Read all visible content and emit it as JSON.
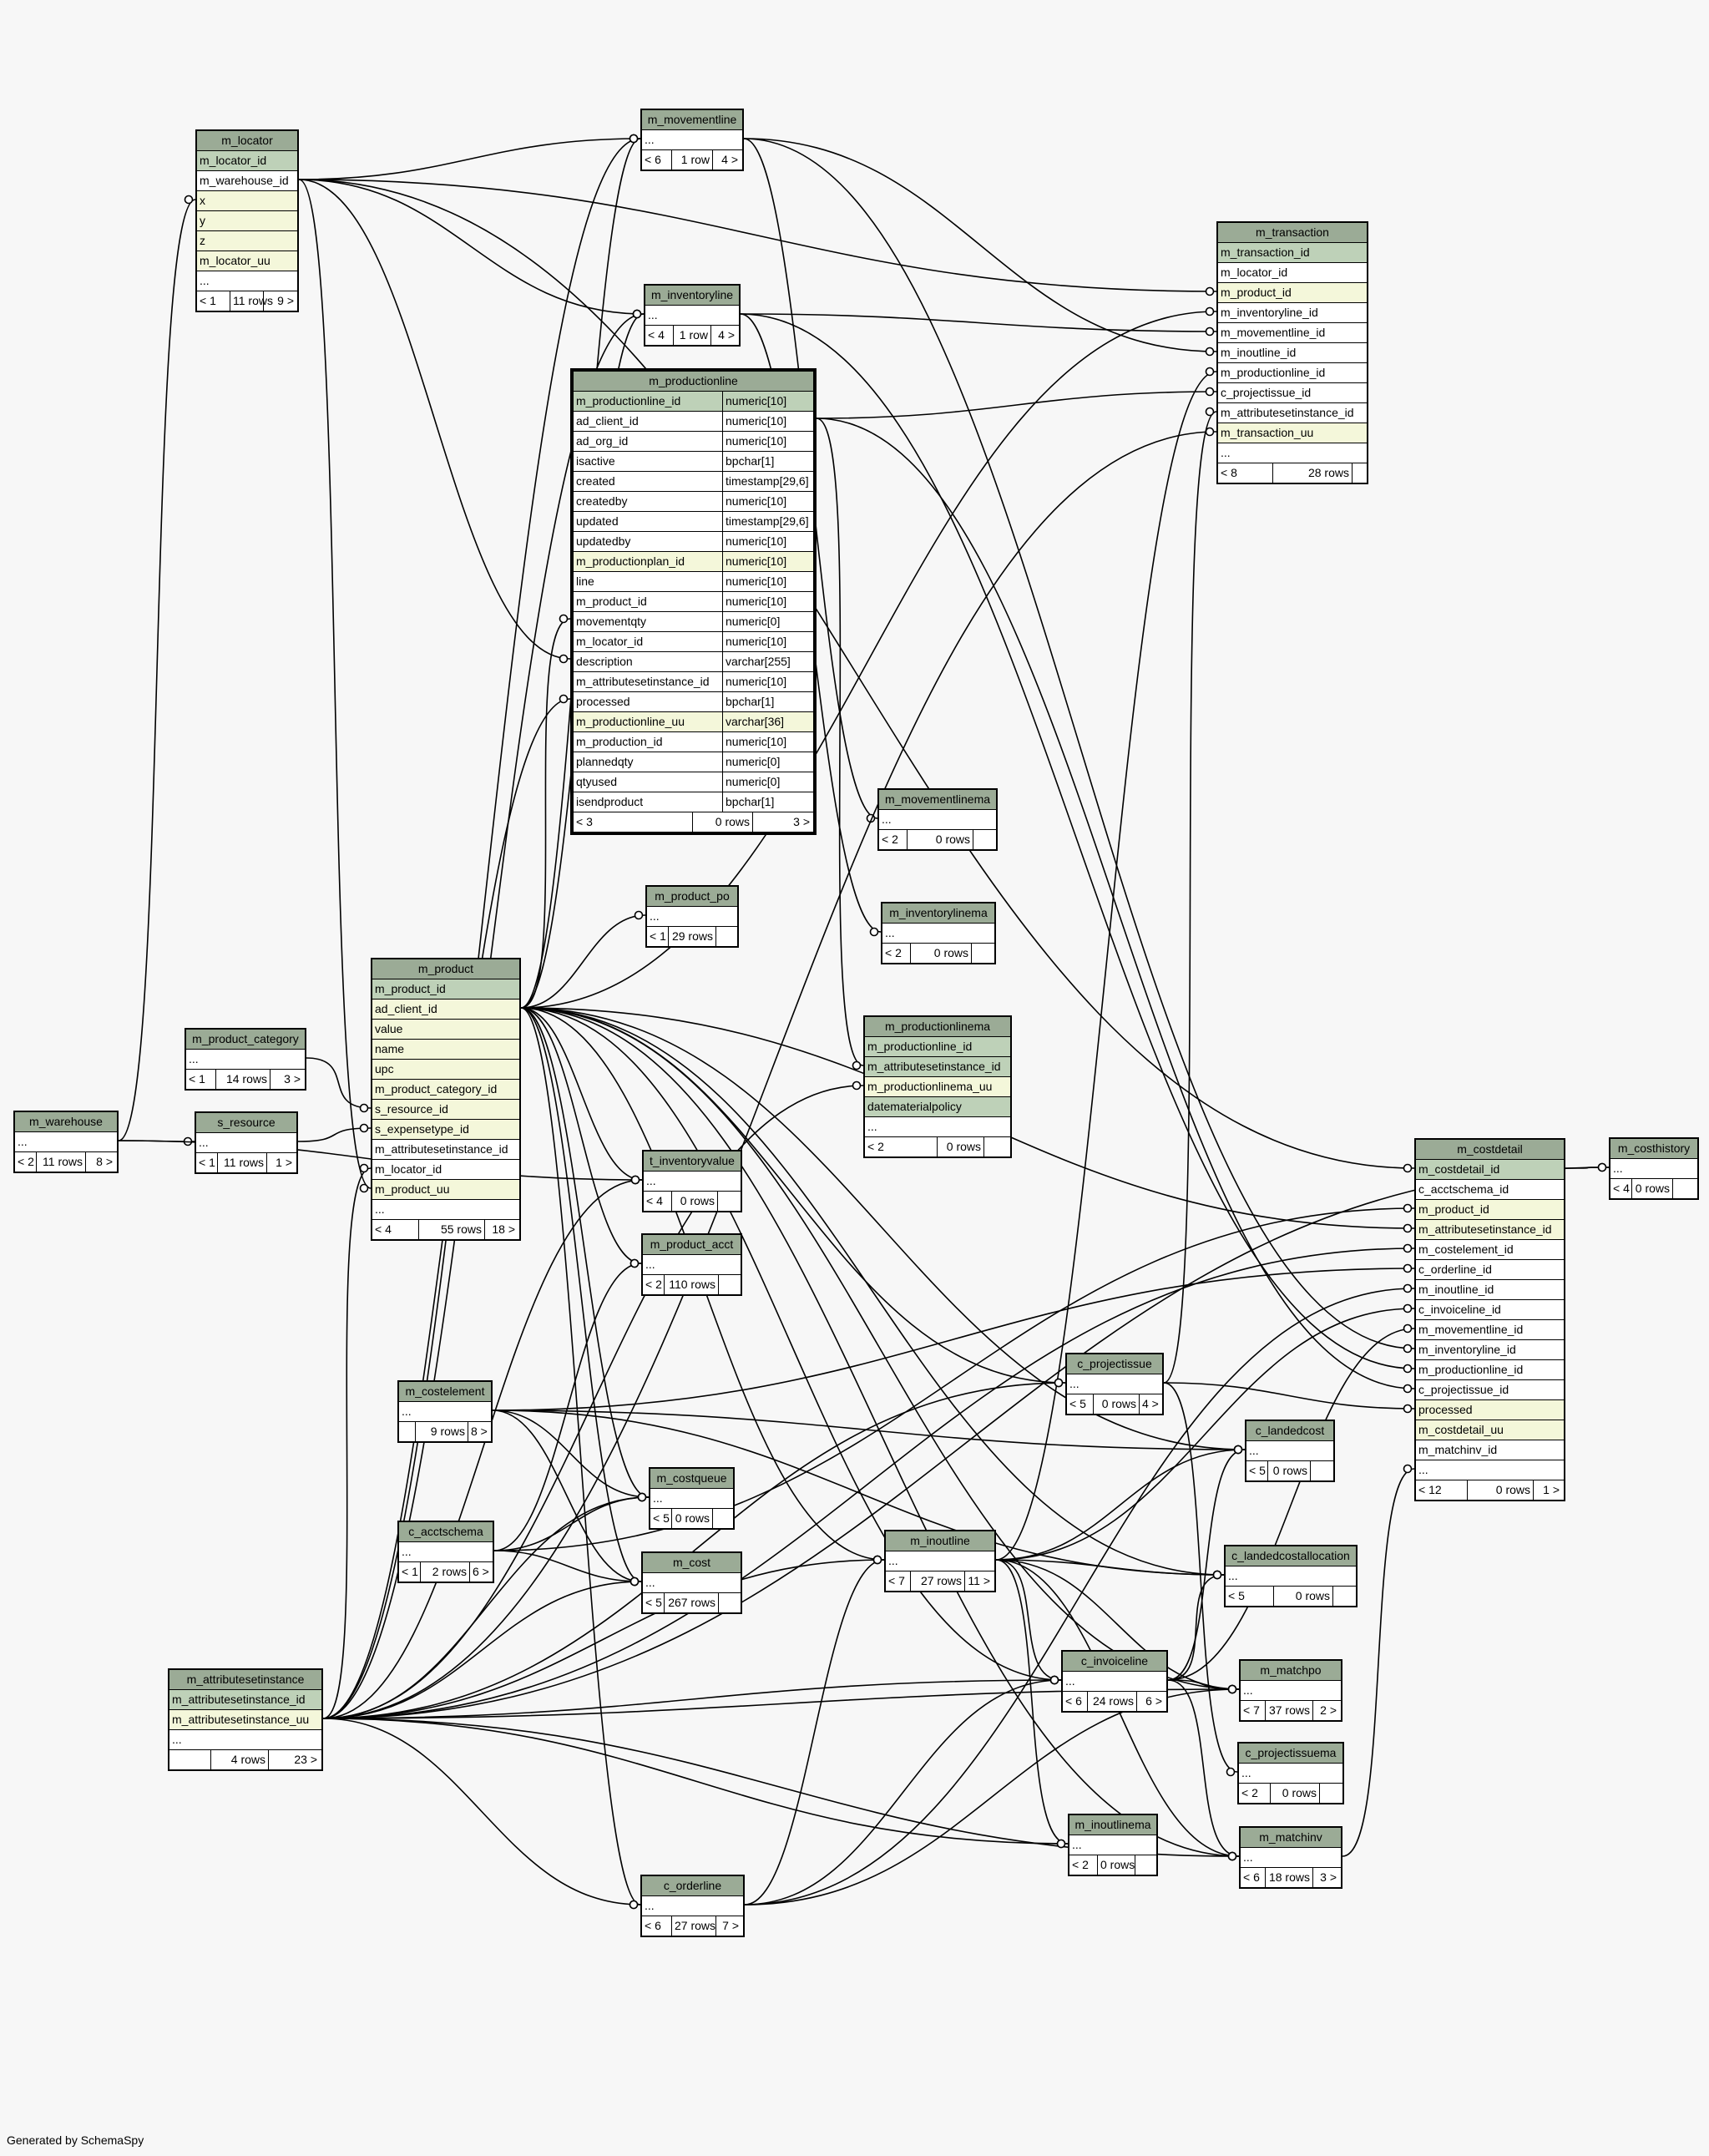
{
  "footer": "Generated by SchemaSpy",
  "tables": [
    {
      "id": "m_locator",
      "title": "m_locator",
      "rows": [
        {
          "n": "m_locator_id",
          "k": "pk"
        },
        {
          "n": "m_warehouse_id"
        },
        {
          "n": "x",
          "k": "idx"
        },
        {
          "n": "y",
          "k": "idx"
        },
        {
          "n": "z",
          "k": "idx"
        },
        {
          "n": "m_locator_uu",
          "k": "idx"
        },
        {
          "n": "..."
        }
      ],
      "footer": [
        "< 1",
        "11 rows",
        "9 >"
      ]
    },
    {
      "id": "m_movementline",
      "title": "m_movementline",
      "rows": [
        {
          "n": "..."
        }
      ],
      "footer": [
        "< 6",
        "1 row",
        "4 >"
      ]
    },
    {
      "id": "m_transaction",
      "title": "m_transaction",
      "rows": [
        {
          "n": "m_transaction_id",
          "k": "pk"
        },
        {
          "n": "m_locator_id"
        },
        {
          "n": "m_product_id",
          "k": "idx"
        },
        {
          "n": "m_inventoryline_id"
        },
        {
          "n": "m_movementline_id"
        },
        {
          "n": "m_inoutline_id"
        },
        {
          "n": "m_productionline_id"
        },
        {
          "n": "c_projectissue_id"
        },
        {
          "n": "m_attributesetinstance_id"
        },
        {
          "n": "m_transaction_uu",
          "k": "idx"
        },
        {
          "n": "..."
        }
      ],
      "footer": [
        "< 8",
        "28 rows",
        ""
      ]
    },
    {
      "id": "m_inventoryline",
      "title": "m_inventoryline",
      "rows": [
        {
          "n": "..."
        }
      ],
      "footer": [
        "< 4",
        "1 row",
        "4 >"
      ]
    },
    {
      "id": "m_productionline",
      "title": "m_productionline",
      "focus": true,
      "rows": [
        {
          "n": "m_productionline_id",
          "t": "numeric[10]",
          "k": "pk"
        },
        {
          "n": "ad_client_id",
          "t": "numeric[10]"
        },
        {
          "n": "ad_org_id",
          "t": "numeric[10]"
        },
        {
          "n": "isactive",
          "t": "bpchar[1]"
        },
        {
          "n": "created",
          "t": "timestamp[29,6]"
        },
        {
          "n": "createdby",
          "t": "numeric[10]"
        },
        {
          "n": "updated",
          "t": "timestamp[29,6]"
        },
        {
          "n": "updatedby",
          "t": "numeric[10]"
        },
        {
          "n": "m_productionplan_id",
          "t": "numeric[10]",
          "k": "idx"
        },
        {
          "n": "line",
          "t": "numeric[10]"
        },
        {
          "n": "m_product_id",
          "t": "numeric[10]"
        },
        {
          "n": "movementqty",
          "t": "numeric[0]"
        },
        {
          "n": "m_locator_id",
          "t": "numeric[10]"
        },
        {
          "n": "description",
          "t": "varchar[255]"
        },
        {
          "n": "m_attributesetinstance_id",
          "t": "numeric[10]"
        },
        {
          "n": "processed",
          "t": "bpchar[1]"
        },
        {
          "n": "m_productionline_uu",
          "t": "varchar[36]",
          "k": "idx"
        },
        {
          "n": "m_production_id",
          "t": "numeric[10]"
        },
        {
          "n": "plannedqty",
          "t": "numeric[0]"
        },
        {
          "n": "qtyused",
          "t": "numeric[0]"
        },
        {
          "n": "isendproduct",
          "t": "bpchar[1]"
        }
      ],
      "footer": [
        "< 3",
        "0 rows",
        "3 >"
      ]
    },
    {
      "id": "m_movementlinema",
      "title": "m_movementlinema",
      "rows": [
        {
          "n": "..."
        }
      ],
      "footer": [
        "< 2",
        "0 rows",
        ""
      ]
    },
    {
      "id": "m_inventorylinema",
      "title": "m_inventorylinema",
      "rows": [
        {
          "n": "..."
        }
      ],
      "footer": [
        "< 2",
        "0 rows",
        ""
      ]
    },
    {
      "id": "m_product_po",
      "title": "m_product_po",
      "rows": [
        {
          "n": "..."
        }
      ],
      "footer": [
        "< 1",
        "29 rows",
        ""
      ]
    },
    {
      "id": "m_product",
      "title": "m_product",
      "rows": [
        {
          "n": "m_product_id",
          "k": "pk"
        },
        {
          "n": "ad_client_id",
          "k": "idx"
        },
        {
          "n": "value",
          "k": "idx"
        },
        {
          "n": "name",
          "k": "idx"
        },
        {
          "n": "upc",
          "k": "idx"
        },
        {
          "n": "m_product_category_id",
          "k": "idx"
        },
        {
          "n": "s_resource_id",
          "k": "idx"
        },
        {
          "n": "s_expensetype_id",
          "k": "idx"
        },
        {
          "n": "m_attributesetinstance_id"
        },
        {
          "n": "m_locator_id"
        },
        {
          "n": "m_product_uu",
          "k": "idx"
        },
        {
          "n": "..."
        }
      ],
      "footer": [
        "< 4",
        "55 rows",
        "18 >"
      ]
    },
    {
      "id": "m_productionlinema",
      "title": "m_productionlinema",
      "rows": [
        {
          "n": "m_productionline_id",
          "k": "pk"
        },
        {
          "n": "m_attributesetinstance_id",
          "k": "pk"
        },
        {
          "n": "m_productionlinema_uu",
          "k": "idx"
        },
        {
          "n": "datematerialpolicy",
          "k": "pk"
        },
        {
          "n": "..."
        }
      ],
      "footer": [
        "< 2",
        "0 rows",
        ""
      ]
    },
    {
      "id": "m_product_category",
      "title": "m_product_category",
      "rows": [
        {
          "n": "..."
        }
      ],
      "footer": [
        "< 1",
        "14 rows",
        "3 >"
      ]
    },
    {
      "id": "s_resource",
      "title": "s_resource",
      "rows": [
        {
          "n": "..."
        }
      ],
      "footer": [
        "< 1",
        "11 rows",
        "1 >"
      ]
    },
    {
      "id": "m_warehouse",
      "title": "m_warehouse",
      "rows": [
        {
          "n": "..."
        }
      ],
      "footer": [
        "< 2",
        "11 rows",
        "8 >"
      ]
    },
    {
      "id": "t_inventoryvalue",
      "title": "t_inventoryvalue",
      "rows": [
        {
          "n": "..."
        }
      ],
      "footer": [
        "< 4",
        "0 rows",
        ""
      ]
    },
    {
      "id": "m_product_acct",
      "title": "m_product_acct",
      "rows": [
        {
          "n": "..."
        }
      ],
      "footer": [
        "< 2",
        "110 rows",
        ""
      ]
    },
    {
      "id": "m_costdetail",
      "title": "m_costdetail",
      "rows": [
        {
          "n": "m_costdetail_id",
          "k": "pk"
        },
        {
          "n": "c_acctschema_id"
        },
        {
          "n": "m_product_id",
          "k": "idx"
        },
        {
          "n": "m_attributesetinstance_id",
          "k": "idx"
        },
        {
          "n": "m_costelement_id"
        },
        {
          "n": "c_orderline_id"
        },
        {
          "n": "m_inoutline_id"
        },
        {
          "n": "c_invoiceline_id"
        },
        {
          "n": "m_movementline_id"
        },
        {
          "n": "m_inventoryline_id"
        },
        {
          "n": "m_productionline_id"
        },
        {
          "n": "c_projectissue_id"
        },
        {
          "n": "processed",
          "k": "idx"
        },
        {
          "n": "m_costdetail_uu",
          "k": "idx"
        },
        {
          "n": "m_matchinv_id"
        },
        {
          "n": "..."
        }
      ],
      "footer": [
        "< 12",
        "0 rows",
        "1 >"
      ]
    },
    {
      "id": "m_costhistory",
      "title": "m_costhistory",
      "rows": [
        {
          "n": "..."
        }
      ],
      "footer": [
        "< 4",
        "0 rows",
        ""
      ]
    },
    {
      "id": "c_projectissue",
      "title": "c_projectissue",
      "rows": [
        {
          "n": "..."
        }
      ],
      "footer": [
        "< 5",
        "0 rows",
        "4 >"
      ]
    },
    {
      "id": "m_costelement",
      "title": "m_costelement",
      "rows": [
        {
          "n": "..."
        }
      ],
      "footer": [
        "",
        "9 rows",
        "8 >"
      ]
    },
    {
      "id": "c_landedcost",
      "title": "c_landedcost",
      "rows": [
        {
          "n": "..."
        }
      ],
      "footer": [
        "< 5",
        "0 rows",
        ""
      ]
    },
    {
      "id": "m_costqueue",
      "title": "m_costqueue",
      "rows": [
        {
          "n": "..."
        }
      ],
      "footer": [
        "< 5",
        "0 rows",
        ""
      ]
    },
    {
      "id": "c_acctschema",
      "title": "c_acctschema",
      "rows": [
        {
          "n": "..."
        }
      ],
      "footer": [
        "< 1",
        "2 rows",
        "6 >"
      ]
    },
    {
      "id": "m_inoutline",
      "title": "m_inoutline",
      "rows": [
        {
          "n": "..."
        }
      ],
      "footer": [
        "< 7",
        "27 rows",
        "11 >"
      ]
    },
    {
      "id": "c_landedcostallocation",
      "title": "c_landedcostallocation",
      "rows": [
        {
          "n": "..."
        }
      ],
      "footer": [
        "< 5",
        "0 rows",
        ""
      ]
    },
    {
      "id": "m_cost",
      "title": "m_cost",
      "rows": [
        {
          "n": "..."
        }
      ],
      "footer": [
        "< 5",
        "267 rows",
        ""
      ]
    },
    {
      "id": "m_attributesetinstance",
      "title": "m_attributesetinstance",
      "rows": [
        {
          "n": "m_attributesetinstance_id",
          "k": "pk"
        },
        {
          "n": "m_attributesetinstance_uu",
          "k": "idx"
        },
        {
          "n": "..."
        }
      ],
      "footer": [
        "",
        "4 rows",
        "23 >"
      ]
    },
    {
      "id": "c_invoiceline",
      "title": "c_invoiceline",
      "rows": [
        {
          "n": "..."
        }
      ],
      "footer": [
        "< 6",
        "24 rows",
        "6 >"
      ]
    },
    {
      "id": "m_matchpo",
      "title": "m_matchpo",
      "rows": [
        {
          "n": "..."
        }
      ],
      "footer": [
        "< 7",
        "37 rows",
        "2 >"
      ]
    },
    {
      "id": "c_projectissuema",
      "title": "c_projectissuema",
      "rows": [
        {
          "n": "..."
        }
      ],
      "footer": [
        "< 2",
        "0 rows",
        ""
      ]
    },
    {
      "id": "m_inoutlinema",
      "title": "m_inoutlinema",
      "rows": [
        {
          "n": "..."
        }
      ],
      "footer": [
        "< 2",
        "0 rows",
        ""
      ]
    },
    {
      "id": "m_matchinv",
      "title": "m_matchinv",
      "rows": [
        {
          "n": "..."
        }
      ],
      "footer": [
        "< 6",
        "18 rows",
        "3 >"
      ]
    },
    {
      "id": "c_orderline",
      "title": "c_orderline",
      "rows": [
        {
          "n": "..."
        }
      ],
      "footer": [
        "< 6",
        "27 rows",
        "7 >"
      ]
    }
  ]
}
